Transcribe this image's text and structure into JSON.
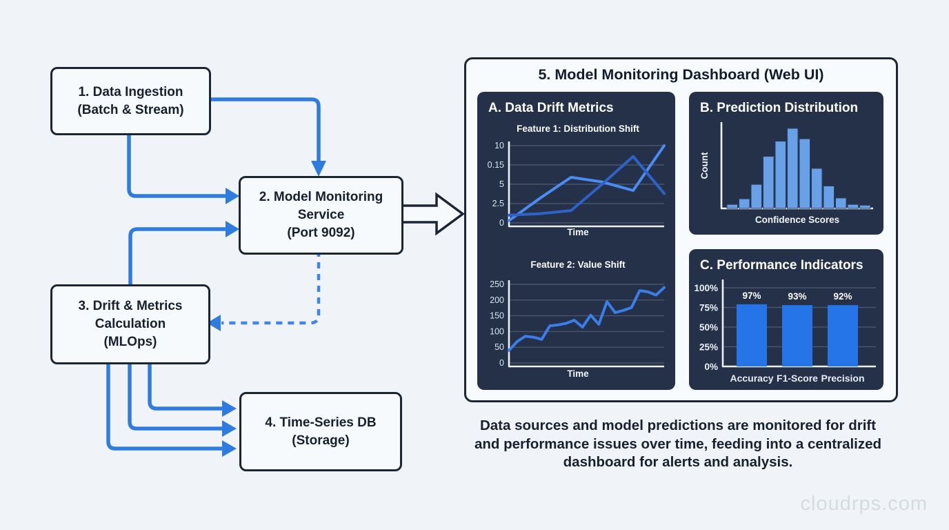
{
  "flowchart": {
    "boxes": [
      {
        "id": "ingestion",
        "label": "1. Data Ingestion\n(Batch & Stream)"
      },
      {
        "id": "monitoring",
        "label": "2. Model Monitoring\nService\n(Port 9092)"
      },
      {
        "id": "drift",
        "label": "3. Drift & Metrics\nCalculation\n(MLOps)"
      },
      {
        "id": "tsdb",
        "label": "4. Time-Series DB\n(Storage)"
      }
    ]
  },
  "dashboard": {
    "title": "5. Model Monitoring Dashboard (Web UI)",
    "panel_a": {
      "title": "A. Data Drift Metrics"
    },
    "panel_b": {
      "title": "B. Prediction Distribution"
    },
    "panel_c": {
      "title": "C. Performance Indicators"
    }
  },
  "caption": "Data sources and model predictions are monitored for drift\nand performance issues over time, feeding into a centralized\ndashboard for alerts and analysis.",
  "watermark": "cloudrps.com",
  "colors": {
    "background": "#f0f4f8",
    "box_border": "#1b2534",
    "connector_blue": "#2e7ce0",
    "panel_dark": "#243149",
    "line_bright": "#4a8df2",
    "line_dark": "#2f62c8",
    "line_feature2": "#3b7de9",
    "histogram_bar": "#69a1e9",
    "performance_bar": "#2575e9"
  },
  "chart_data": [
    {
      "id": "feature1-distribution-shift",
      "type": "line",
      "title": "Feature 1: Distribution Shift",
      "xlabel": "Time",
      "ylim": [
        0,
        10
      ],
      "yticks": [
        "10",
        "0.15",
        "5",
        "2.5",
        "0"
      ],
      "grid": true,
      "series": [
        {
          "name": "rising-series",
          "color": "#4a8df2",
          "values": [
            0.3,
            3.2,
            5.9,
            5.3,
            4.2,
            10
          ]
        },
        {
          "name": "peak-drop-series",
          "color": "#2f62c8",
          "values": [
            1.0,
            1.2,
            1.6,
            5.0,
            8.6,
            3.8
          ]
        }
      ]
    },
    {
      "id": "feature2-value-shift",
      "type": "line",
      "title": "Feature 2: Value Shift",
      "xlabel": "Time",
      "ylim": [
        0,
        250
      ],
      "yticks": [
        "250",
        "200",
        "150",
        "100",
        "50",
        "0"
      ],
      "grid": true,
      "series": [
        {
          "name": "feature2-value",
          "color": "#3b7de9",
          "values": [
            40,
            68,
            85,
            82,
            75,
            118,
            121,
            126,
            136,
            114,
            152,
            123,
            195,
            160,
            167,
            176,
            230,
            226,
            216,
            240
          ]
        }
      ]
    },
    {
      "id": "prediction-distribution",
      "type": "bar",
      "subtype": "histogram",
      "ylabel": "Count",
      "xlabel": "Confidence Scores",
      "bar_color": "#69a1e9",
      "bar_stroke": "#2b3d5c",
      "bar_heights_relative": [
        0.05,
        0.12,
        0.3,
        0.65,
        0.84,
        1.0,
        0.87,
        0.5,
        0.28,
        0.13,
        0.05,
        0.04
      ]
    },
    {
      "id": "performance-indicators",
      "type": "bar",
      "categories": [
        "Accuracy",
        "F1-Score",
        "Precision"
      ],
      "values": [
        "97%",
        "93%",
        "92%"
      ],
      "drawn_height_pct": [
        79,
        78,
        78
      ],
      "yticks": [
        "100%",
        "75%",
        "50%",
        "25%",
        "0%"
      ],
      "bar_color": "#2575e9",
      "grid": true
    }
  ]
}
